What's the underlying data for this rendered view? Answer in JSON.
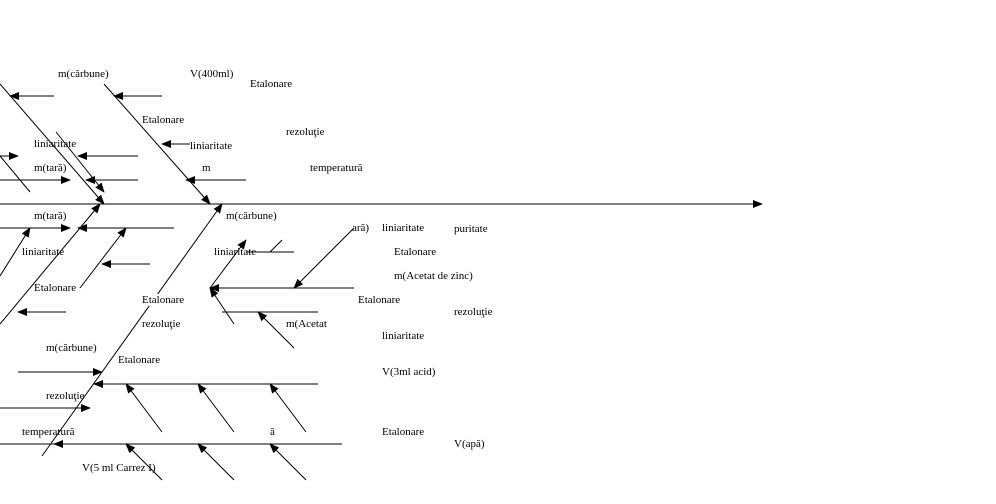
{
  "colors": {
    "line": "#000000",
    "background": "#ffffff"
  },
  "labels": {
    "top_v_400": "V(400ml)",
    "top_m_partial": "m(cărbune)",
    "etalonare_top": "Etalonare",
    "etalonare_a": "Etalonare",
    "liniaritate_a": "liniaritate",
    "liniaritate_clipped": "liniaritate",
    "rezolutie_top": "rezoluţie",
    "m_tara_1": "m(tară)",
    "m_partial": "m",
    "temperatura_top": "temperatură",
    "m_tara_2": "m(tară)",
    "m_carbune_1": "m(cărbune)",
    "ara_fragment": "ară)",
    "liniaritate_b": "liniaritate",
    "puritate": "puritate",
    "liniaritate_c": "liniaritate",
    "liniaritate_d": "liniaritate",
    "etalonare_b": "Etalonare",
    "m_acetat_zinc": "m(Acetat de zinc)",
    "etalonare_clipped": "Etalonare",
    "etalonare_c": "Etalonare",
    "etalonare_d": "Etalonare",
    "rezolutie_b": "rezoluţie",
    "rezolutie_c": "rezoluţie",
    "m_acetat_partial": "m(Acetat",
    "liniaritate_e": "liniaritate",
    "m_carbune_2": "m(cărbune)",
    "etalonare_e": "Etalonare",
    "v_3ml_acid": "V(3ml acid)",
    "rezolutie_d": "rezoluţie",
    "temperatura_b": "temperatură",
    "a_fragment": "ă",
    "etalonare_f": "Etalonare",
    "v_apa": "V(apă)",
    "v_5ml_carrez": "V(5 ml Carrez I)"
  }
}
